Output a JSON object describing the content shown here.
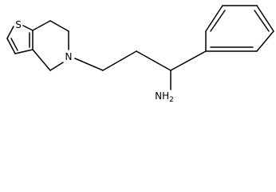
{
  "molecule": {
    "atoms": {
      "sulfur": "S",
      "ring_nitrogen": "N",
      "amine_main": "NH",
      "amine_sub": "2"
    },
    "colors": {
      "bond": "#000000",
      "label": "#000000",
      "background": "#ffffff"
    }
  }
}
